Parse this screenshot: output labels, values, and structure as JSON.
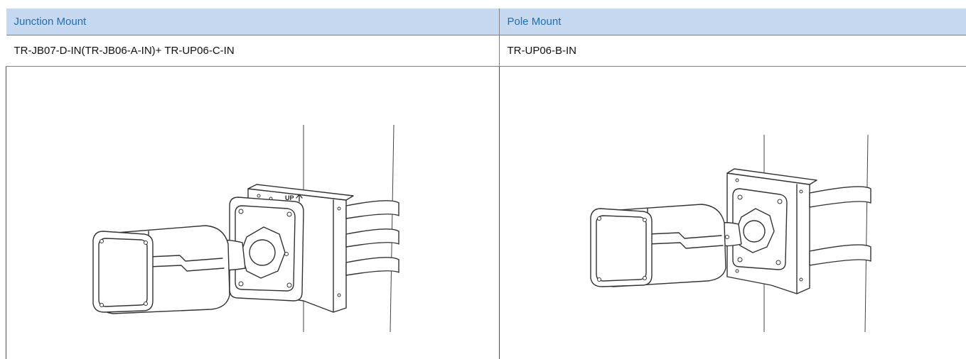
{
  "table": {
    "headers": [
      "Junction Mount",
      "Pole Mount"
    ],
    "models": [
      "TR-JB07-D-IN(TR-JB06-A-IN)+ TR-UP06-C-IN",
      "TR-UP06-B-IN"
    ]
  },
  "figures": {
    "junction_mount": {
      "up_label": "UP",
      "up_arrow_icon": "up-arrow-icon"
    },
    "pole_mount": {}
  },
  "colors": {
    "header_background": "#c6d9f1",
    "header_text": "#1f6fb0",
    "border": "#7f7f7f"
  }
}
